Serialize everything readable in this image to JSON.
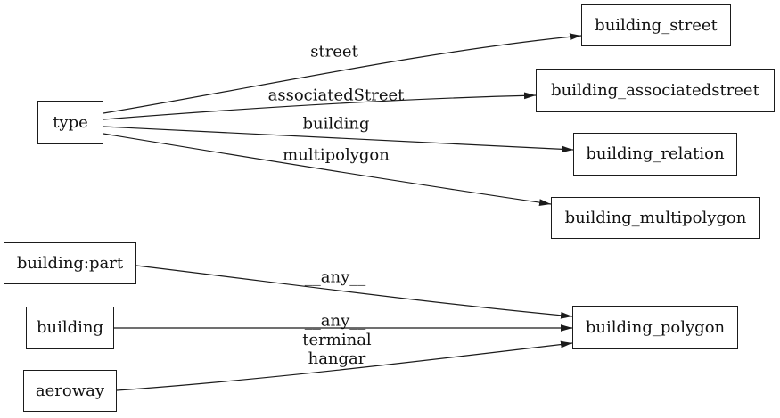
{
  "diagram": {
    "background_color": "#ffffff",
    "stroke_color": "#1b1b1b",
    "node_fill_color": "#ffffff",
    "text_color": "#111111",
    "nodes": [
      {
        "id": "type",
        "label": "type"
      },
      {
        "id": "building_street",
        "label": "building_street"
      },
      {
        "id": "building_associatedstreet",
        "label": "building_associatedstreet"
      },
      {
        "id": "building_relation",
        "label": "building_relation"
      },
      {
        "id": "building_multipolygon",
        "label": "building_multipolygon"
      },
      {
        "id": "building_part",
        "label": "building:part"
      },
      {
        "id": "building",
        "label": "building"
      },
      {
        "id": "aeroway",
        "label": "aeroway"
      },
      {
        "id": "building_polygon",
        "label": "building_polygon"
      }
    ],
    "edges": [
      {
        "from": "type",
        "to": "building_street",
        "label": "street"
      },
      {
        "from": "type",
        "to": "building_associatedstreet",
        "label": "associatedStreet"
      },
      {
        "from": "type",
        "to": "building_relation",
        "label": "building"
      },
      {
        "from": "type",
        "to": "building_multipolygon",
        "label": "multipolygon"
      },
      {
        "from": "building:part",
        "to": "building_polygon",
        "label": "__any__"
      },
      {
        "from": "building",
        "to": "building_polygon",
        "label": "__any__"
      },
      {
        "from": "aeroway",
        "to": "building_polygon",
        "label": "terminal\nhangar"
      }
    ]
  }
}
